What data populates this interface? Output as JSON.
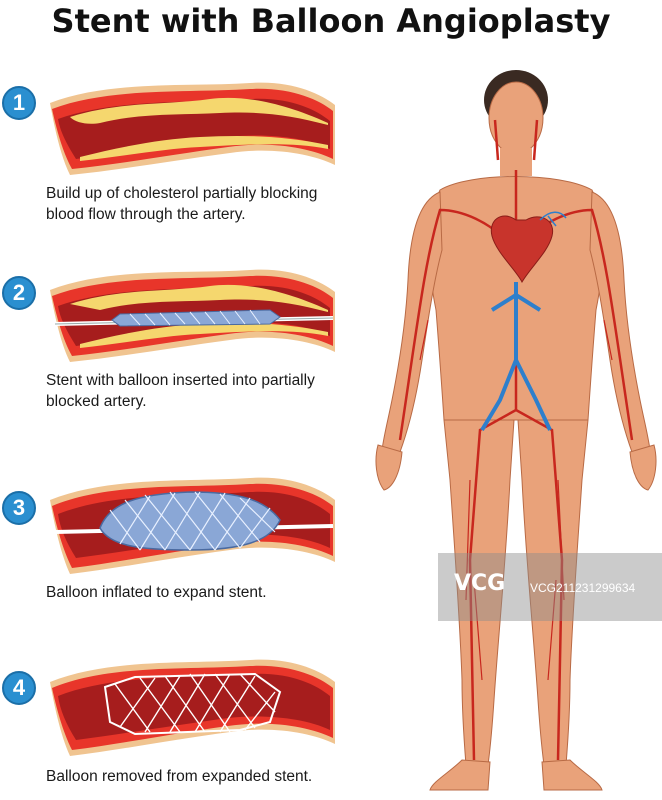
{
  "title": "Stent with Balloon Angioplasty",
  "steps": [
    {
      "number": "1",
      "caption_line1": "Build up of cholesterol partially blocking",
      "caption_line2": "blood flow through the artery."
    },
    {
      "number": "2",
      "caption_line1": "Stent with balloon inserted into partially",
      "caption_line2": "blocked artery."
    },
    {
      "number": "3",
      "caption_line1": "Balloon inflated to expand stent.",
      "caption_line2": ""
    },
    {
      "number": "4",
      "caption_line1": "Balloon removed from expanded stent.",
      "caption_line2": ""
    }
  ],
  "watermark": {
    "logo": "VCG",
    "id": "VCG211231299634"
  },
  "colors": {
    "badge": "#2a8fd0",
    "artery_wall": "#e8352a",
    "lumen": "#a61d1d",
    "plaque": "#f5d76e",
    "skin": "#e9a27a",
    "vein": "#2e7fcc",
    "stent": "#8aa7d6"
  }
}
